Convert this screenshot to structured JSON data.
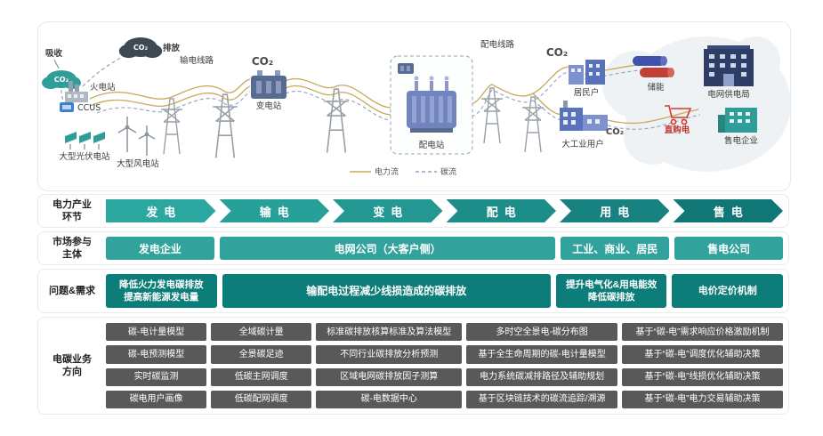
{
  "colors": {
    "teal_accent": "#2aa39d",
    "teal_dark": "#0d7d7a",
    "business_gray": "#595959",
    "power_line": "#c9a85c",
    "carbon_line": "#8ba3bd"
  },
  "illu": {
    "co2": "CO₂",
    "absorb": "吸收",
    "emission": "排放",
    "thermal": "火电站",
    "ccus": "CCUS",
    "solar": "大型光伏电站",
    "wind": "大型风电站",
    "transmission": "输电线路",
    "substation": "变电站",
    "dist_station": "配电站",
    "dist_line": "配电线路",
    "residents": "居民户",
    "industry": "大工业用户",
    "storage": "储能",
    "bureau": "电网供电局",
    "direct": "直购电",
    "retail": "售电企业",
    "legend_power": "电力流",
    "legend_carbon": "碳流"
  },
  "chain": {
    "label": "电力产业\n环节",
    "stages": [
      "发电",
      "输电",
      "变电",
      "配电",
      "用电",
      "售电"
    ]
  },
  "participants": {
    "label": "市场参与\n主体",
    "items": [
      "发电企业",
      "电网公司（大客户侧）",
      "工业、商业、居民",
      "售电公司"
    ]
  },
  "needs": {
    "label": "问题&需求",
    "items": [
      "降低火力发电碳排放\n提高新能源发电量",
      "输配电过程减少线损造成的碳排放",
      "提升电气化&用电能效\n降低碳排放",
      "电价定价机制"
    ]
  },
  "business": {
    "label": "电碳业务\n方向",
    "grid": [
      [
        "碳-电计量模型",
        "全域碳计量",
        "标准碳排放核算标准及算法模型",
        "多时空全景电-碳分布图",
        "基于“碳-电”需求响应价格激励机制"
      ],
      [
        "碳-电预测模型",
        "全景碳足迹",
        "不同行业碳排放分析预测",
        "基于全生命周期的碳-电计量模型",
        "基于“碳-电”调度优化辅助决策"
      ],
      [
        "实时碳监测",
        "低碳主网调度",
        "区域电网碳排放因子测算",
        "电力系统碳减排路径及辅助规划",
        "基于“碳-电”线损优化辅助决策"
      ],
      [
        "碳电用户画像",
        "低碳配网调度",
        "碳-电数据中心",
        "基于区块链技术的碳流追踪/溯源",
        "基于“碳-电”电力交易辅助决策"
      ]
    ]
  }
}
